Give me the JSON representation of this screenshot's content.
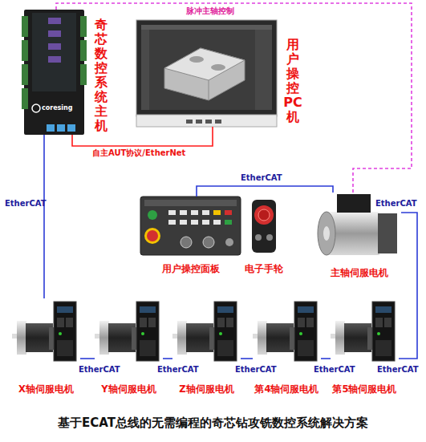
{
  "diagram": {
    "caption": "基于ECAT总线的无需编程的奇芯钻攻铣数控系统解决方案",
    "nodes": [
      {
        "text": [
          "奇芯数控系统主机"
        ]
      },
      {
        "text": [
          "用户操控PC机"
        ]
      },
      {
        "text": [
          "用户操控面板"
        ]
      },
      {
        "text": [
          "电子手轮"
        ]
      },
      {
        "text": [
          "主轴伺服电机"
        ]
      },
      {
        "text": [
          "X轴伺服电机"
        ]
      },
      {
        "text": [
          "Y轴伺服电机"
        ]
      },
      {
        "text": [
          "Z轴伺服电机"
        ]
      },
      {
        "text": [
          "第4轴伺服电机"
        ]
      },
      {
        "text": [
          "第5轴伺服电机"
        ]
      }
    ],
    "edges": [
      {
        "from": 0,
        "to": 1,
        "arrow": "none",
        "label": "自主AUT协议/EtherNet"
      },
      {
        "from": 0,
        "to": 4,
        "arrow": "none",
        "label": "脉冲主轴控制"
      },
      {
        "from": 0,
        "to": 5,
        "arrow": "none",
        "label": "EtherCAT"
      },
      {
        "from": 5,
        "to": 6,
        "arrow": "none",
        "label": "EtherCAT"
      },
      {
        "from": 6,
        "to": 7,
        "arrow": "none",
        "label": "EtherCAT"
      },
      {
        "from": 7,
        "to": 8,
        "arrow": "none",
        "label": "EtherCAT"
      },
      {
        "from": 8,
        "to": 9,
        "arrow": "none",
        "label": "EtherCAT"
      },
      {
        "from": 9,
        "to": 4,
        "arrow": "none",
        "label": "EtherCAT"
      },
      {
        "from": 2,
        "to": 4,
        "arrow": "none",
        "label": "EtherCAT"
      }
    ],
    "labels": [
      "coresing",
      "EtherCAT"
    ]
  }
}
